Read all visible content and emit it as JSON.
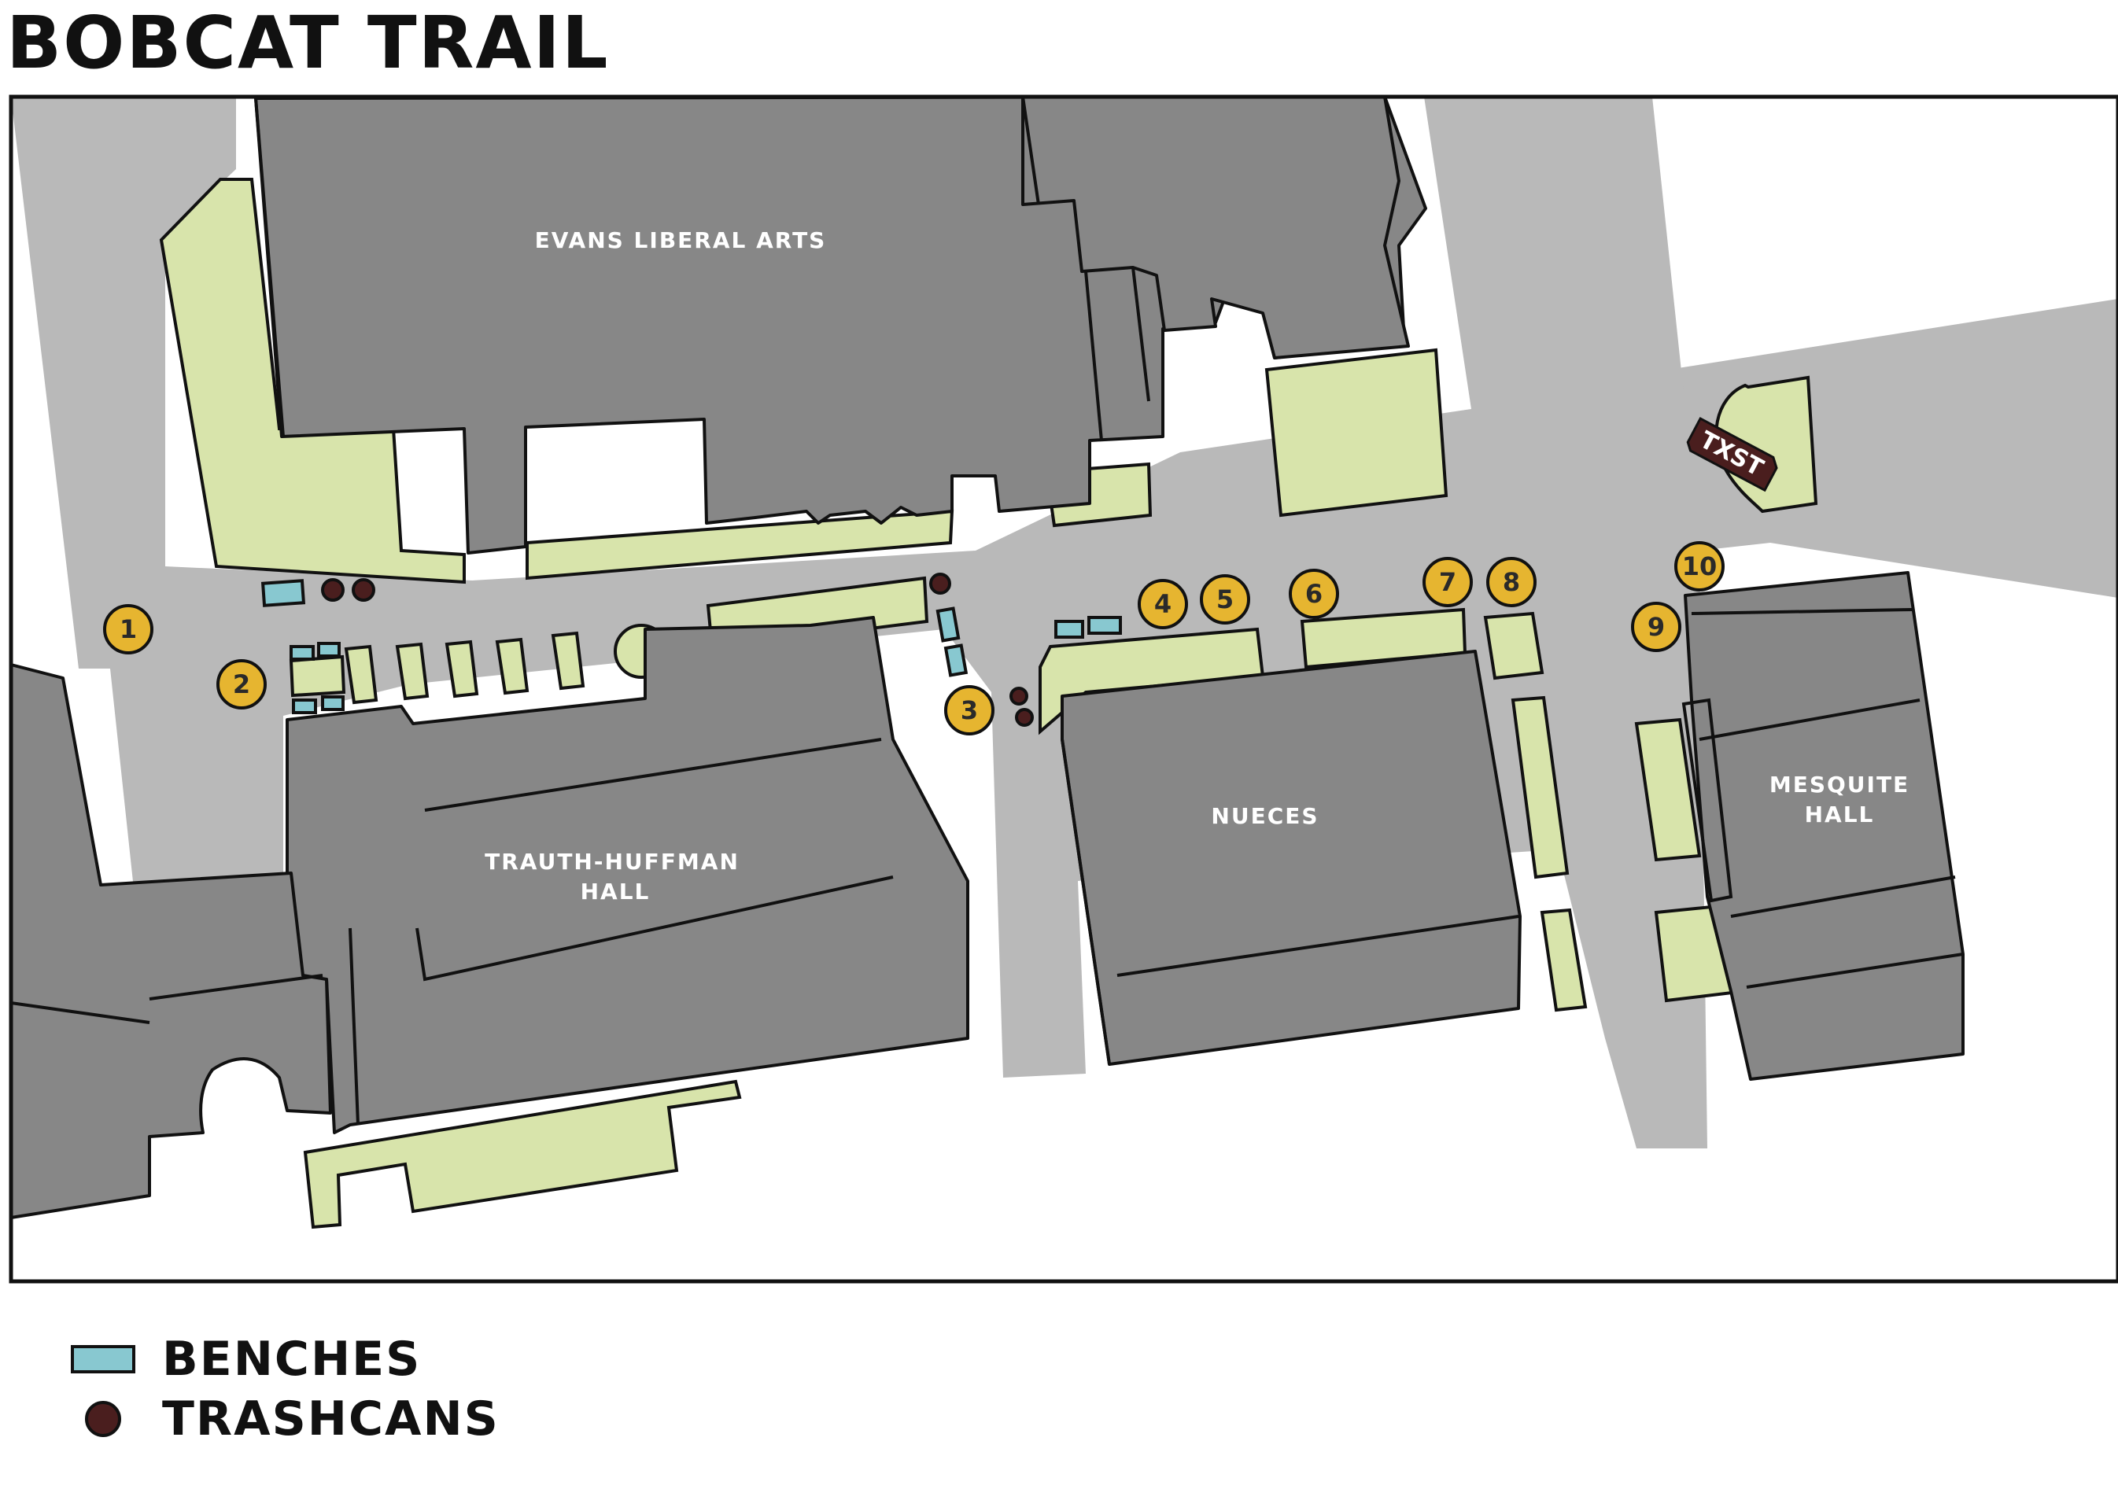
{
  "title": "BOBCAT TRAIL",
  "colors": {
    "walkway": "#b9b9b9",
    "building": "#878787",
    "green": "#d8e4ab",
    "bench": "#88c8d0",
    "trashcan": "#4a1e1e",
    "stop_marker": "#e6b530",
    "outline": "#111111"
  },
  "buildings": {
    "evans": "EVANS LIBERAL ARTS",
    "trauth_line1": "TRAUTH-HUFFMAN",
    "trauth_line2": "HALL",
    "nueces": "NUECES",
    "mesquite_line1": "MESQUITE",
    "mesquite_line2": "HALL"
  },
  "landmark": {
    "sign": "TXST",
    "icon": "txst-sign-icon"
  },
  "stops": [
    "1",
    "2",
    "3",
    "4",
    "5",
    "6",
    "7",
    "8",
    "9",
    "10"
  ],
  "legend": {
    "bench_label": "BENCHES",
    "bench_icon": "bench-icon",
    "trash_label": "TRASHCANS",
    "trash_icon": "trashcan-icon"
  }
}
